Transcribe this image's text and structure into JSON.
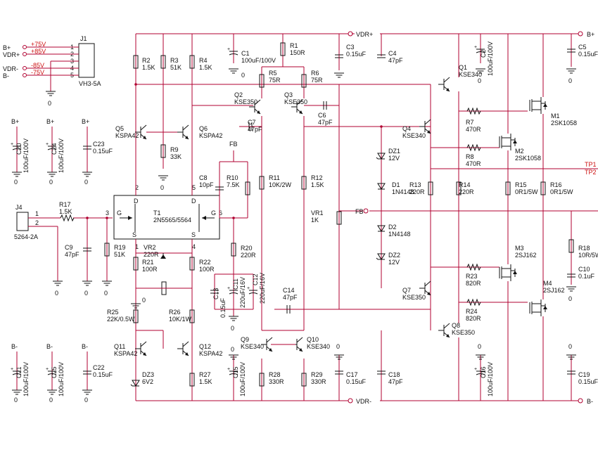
{
  "rails": {
    "vdr_plus": "VDR+",
    "vdr_minus": "VDR-",
    "b_plus": "B+",
    "b_minus": "B-",
    "fb": "FB",
    "tp1": "TP1",
    "tp2": "TP2",
    "gnd": "0"
  },
  "j1": {
    "ref": "J1",
    "part": "VH3-5A",
    "pins": [
      "1",
      "2",
      "3",
      "4",
      "5"
    ],
    "nets": [
      "B+",
      "VDR+",
      "VDR-",
      "B-"
    ],
    "voltages": [
      "+75V",
      "+85V",
      "-85V",
      "-75V"
    ]
  },
  "j4": {
    "ref": "J4",
    "part": "5264-2A",
    "pins": [
      "1",
      "2"
    ]
  },
  "components": [
    {
      "ref": "R2",
      "value": "1.5K"
    },
    {
      "ref": "R3",
      "value": "51K"
    },
    {
      "ref": "R4",
      "value": "1.5K"
    },
    {
      "ref": "C1",
      "value": "100uF/100V"
    },
    {
      "ref": "R1",
      "value": "150R"
    },
    {
      "ref": "C3",
      "value": "0.15uF"
    },
    {
      "ref": "C4",
      "value": "47pF"
    },
    {
      "ref": "C2",
      "value": "100uF/100V"
    },
    {
      "ref": "C5",
      "value": "0.15uF"
    },
    {
      "ref": "R5",
      "value": "75R"
    },
    {
      "ref": "R6",
      "value": "75R"
    },
    {
      "ref": "Q2",
      "value": "KSE350"
    },
    {
      "ref": "Q3",
      "value": "KSE350"
    },
    {
      "ref": "Q1",
      "value": "KSE340"
    },
    {
      "ref": "C6",
      "value": "47pF"
    },
    {
      "ref": "C7",
      "value": "47pF"
    },
    {
      "ref": "Q5",
      "value": "KSPA42"
    },
    {
      "ref": "Q6",
      "value": "KSPA42"
    },
    {
      "ref": "R9",
      "value": "33K"
    },
    {
      "ref": "Q4",
      "value": "KSE340"
    },
    {
      "ref": "R7",
      "value": "470R"
    },
    {
      "ref": "R8",
      "value": "470R"
    },
    {
      "ref": "M1",
      "value": "2SK1058"
    },
    {
      "ref": "M2",
      "value": "2SK1058"
    },
    {
      "ref": "C20",
      "value": "100uF/100V"
    },
    {
      "ref": "C24",
      "value": "100uF/100V"
    },
    {
      "ref": "C23",
      "value": "0.15uF"
    },
    {
      "ref": "C8",
      "value": "10pF"
    },
    {
      "ref": "R10",
      "value": "7.5K"
    },
    {
      "ref": "R11",
      "value": "10K/2W"
    },
    {
      "ref": "R12",
      "value": "1.5K"
    },
    {
      "ref": "DZ1",
      "value": "12V"
    },
    {
      "ref": "D1",
      "value": "1N4148"
    },
    {
      "ref": "R13",
      "value": "220R"
    },
    {
      "ref": "R14",
      "value": "220R"
    },
    {
      "ref": "R15",
      "value": "0R1/5W"
    },
    {
      "ref": "R16",
      "value": "0R1/5W"
    },
    {
      "ref": "R17",
      "value": "1.5K"
    },
    {
      "ref": "T1",
      "value": "2N5565/5564"
    },
    {
      "ref": "VR1",
      "value": "1K"
    },
    {
      "ref": "D2",
      "value": "1N4148"
    },
    {
      "ref": "DZ2",
      "value": "12V"
    },
    {
      "ref": "C9",
      "value": "47pF"
    },
    {
      "ref": "R19",
      "value": "51K"
    },
    {
      "ref": "VR2",
      "value": "220R"
    },
    {
      "ref": "R20",
      "value": "220R"
    },
    {
      "ref": "R21",
      "value": "100R"
    },
    {
      "ref": "R22",
      "value": "100R"
    },
    {
      "ref": "M3",
      "value": "2SJ162"
    },
    {
      "ref": "R23",
      "value": "820R"
    },
    {
      "ref": "R18",
      "value": "10R/5W"
    },
    {
      "ref": "C10",
      "value": "0.1uF"
    },
    {
      "ref": "C13",
      "value": "0.15uF"
    },
    {
      "ref": "C11",
      "value": "220uF/16V"
    },
    {
      "ref": "C12",
      "value": "220uF/16V"
    },
    {
      "ref": "C14",
      "value": "47pF"
    },
    {
      "ref": "Q7",
      "value": "KSE350"
    },
    {
      "ref": "R24",
      "value": "820R"
    },
    {
      "ref": "M4",
      "value": "2SJ162"
    },
    {
      "ref": "R25",
      "value": "22K/0.5W"
    },
    {
      "ref": "R26",
      "value": "10K/1W"
    },
    {
      "ref": "Q8",
      "value": "KSE350"
    },
    {
      "ref": "Q11",
      "value": "KSPA42"
    },
    {
      "ref": "Q12",
      "value": "KSPA42"
    },
    {
      "ref": "Q9",
      "value": "KSE340"
    },
    {
      "ref": "Q10",
      "value": "KSE340"
    },
    {
      "ref": "C21",
      "value": "100uF/100V"
    },
    {
      "ref": "C25",
      "value": "100uF/100V"
    },
    {
      "ref": "C22",
      "value": "0.15uF"
    },
    {
      "ref": "DZ3",
      "value": "6V2"
    },
    {
      "ref": "R27",
      "value": "1.5K"
    },
    {
      "ref": "C15",
      "value": "100uF/100V"
    },
    {
      "ref": "R28",
      "value": "330R"
    },
    {
      "ref": "R29",
      "value": "330R"
    },
    {
      "ref": "C17",
      "value": "0.15uF"
    },
    {
      "ref": "C18",
      "value": "47pF"
    },
    {
      "ref": "C16",
      "value": "100uF/100V"
    },
    {
      "ref": "C19",
      "value": "0.15uF"
    }
  ],
  "jfet_pins": {
    "g_left": "G",
    "g_right": "G",
    "d_left": "D",
    "d_right": "D",
    "s_left": "S",
    "s_right": "S",
    "n2": "2",
    "n5": "5",
    "n3": "3",
    "n6": "6",
    "n1": "1",
    "n4": "4"
  },
  "colors": {
    "wire": "#b00030",
    "voltage": "#cc1111",
    "ground_label": "#111111"
  }
}
